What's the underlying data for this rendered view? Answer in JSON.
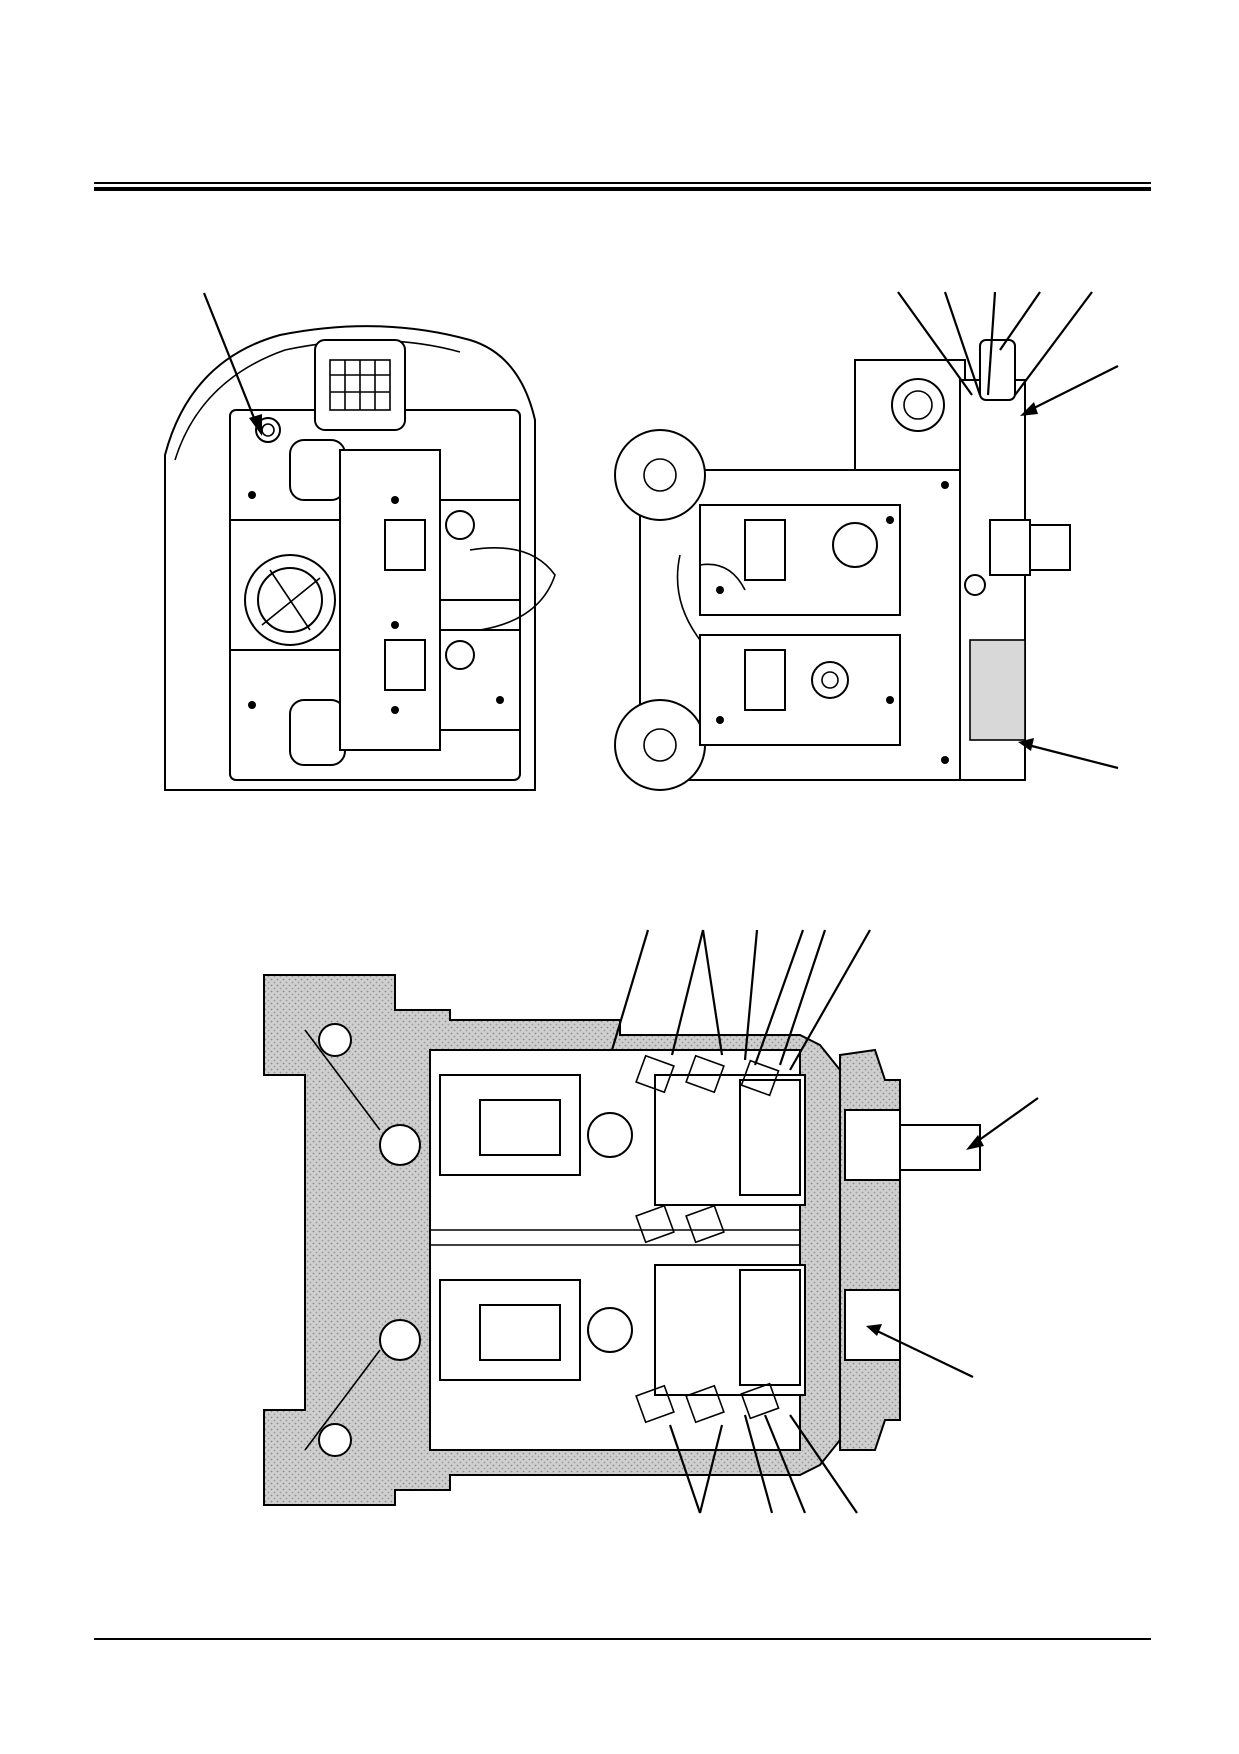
{
  "page": {
    "header_rule": "double",
    "footer_rule": "single"
  },
  "figures": [
    {
      "id": "pump-rear-view",
      "kind": "line-drawing",
      "callout_leaders": 1
    },
    {
      "id": "pump-side-view",
      "kind": "line-drawing",
      "callout_leaders": 7
    },
    {
      "id": "pump-cross-section",
      "kind": "sectional-drawing",
      "callout_leaders": 13
    }
  ],
  "colors": {
    "ink": "#000000",
    "section_shading": "#c9c9c9",
    "paper": "#ffffff"
  }
}
